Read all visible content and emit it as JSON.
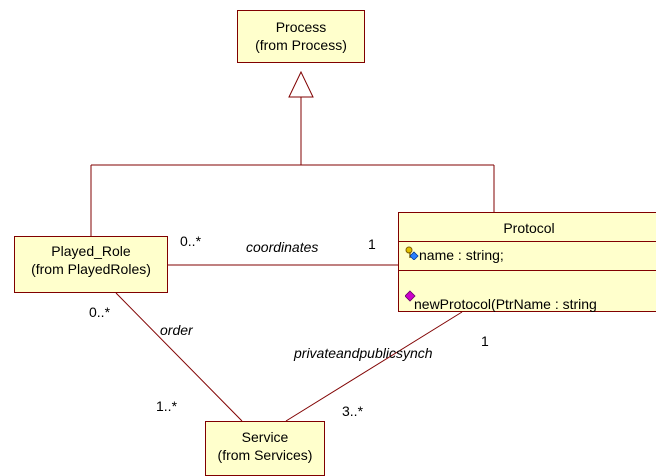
{
  "colors": {
    "class_fill": "#ffffcc",
    "line": "#800000"
  },
  "classes": {
    "process": {
      "name": "Process",
      "from": "(from Process)"
    },
    "played_role": {
      "name": "Played_Role",
      "from": "(from PlayedRoles)"
    },
    "protocol": {
      "name": "Protocol",
      "attribute": "name : string;",
      "attribute_icon": "key-attribute-icon",
      "operation": "newProtocol(PtrName : string",
      "operation_icon": "public-operation-icon"
    },
    "service": {
      "name": "Service",
      "from": "(from Services)"
    }
  },
  "associations": {
    "coordinates": {
      "name": "coordinates",
      "mult_role": "0..*",
      "mult_protocol": "1"
    },
    "order": {
      "name": "order",
      "mult_role": "0..*",
      "mult_service": "1..*"
    },
    "synch": {
      "name": "privateandpublicsynch",
      "mult_protocol": "1",
      "mult_service": "3..*"
    }
  }
}
